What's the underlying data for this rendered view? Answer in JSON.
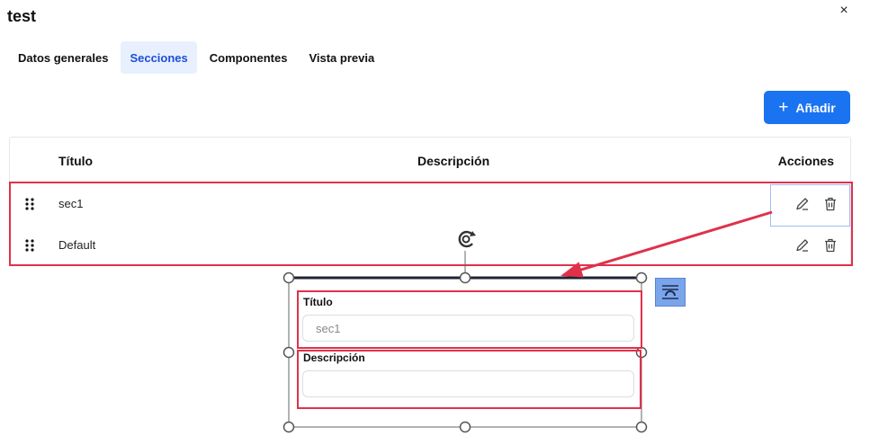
{
  "dialog": {
    "title": "test",
    "close_glyph": "×"
  },
  "tabs": [
    {
      "label": "Datos generales",
      "active": false
    },
    {
      "label": "Secciones",
      "active": true
    },
    {
      "label": "Componentes",
      "active": false
    },
    {
      "label": "Vista previa",
      "active": false
    }
  ],
  "toolbar": {
    "add_label": "Añadir",
    "add_icon": "plus-icon"
  },
  "table": {
    "headers": {
      "title": "Título",
      "description": "Descripción",
      "actions": "Acciones"
    },
    "rows": [
      {
        "title": "sec1",
        "description": ""
      },
      {
        "title": "Default",
        "description": ""
      }
    ]
  },
  "edit_panel": {
    "title_label": "Título",
    "title_value": "sec1",
    "description_label": "Descripción",
    "description_value": ""
  },
  "colors": {
    "accent": "#1a73f0",
    "active_tab_bg": "#e8f0fd",
    "annotation_red": "#e0314b"
  }
}
